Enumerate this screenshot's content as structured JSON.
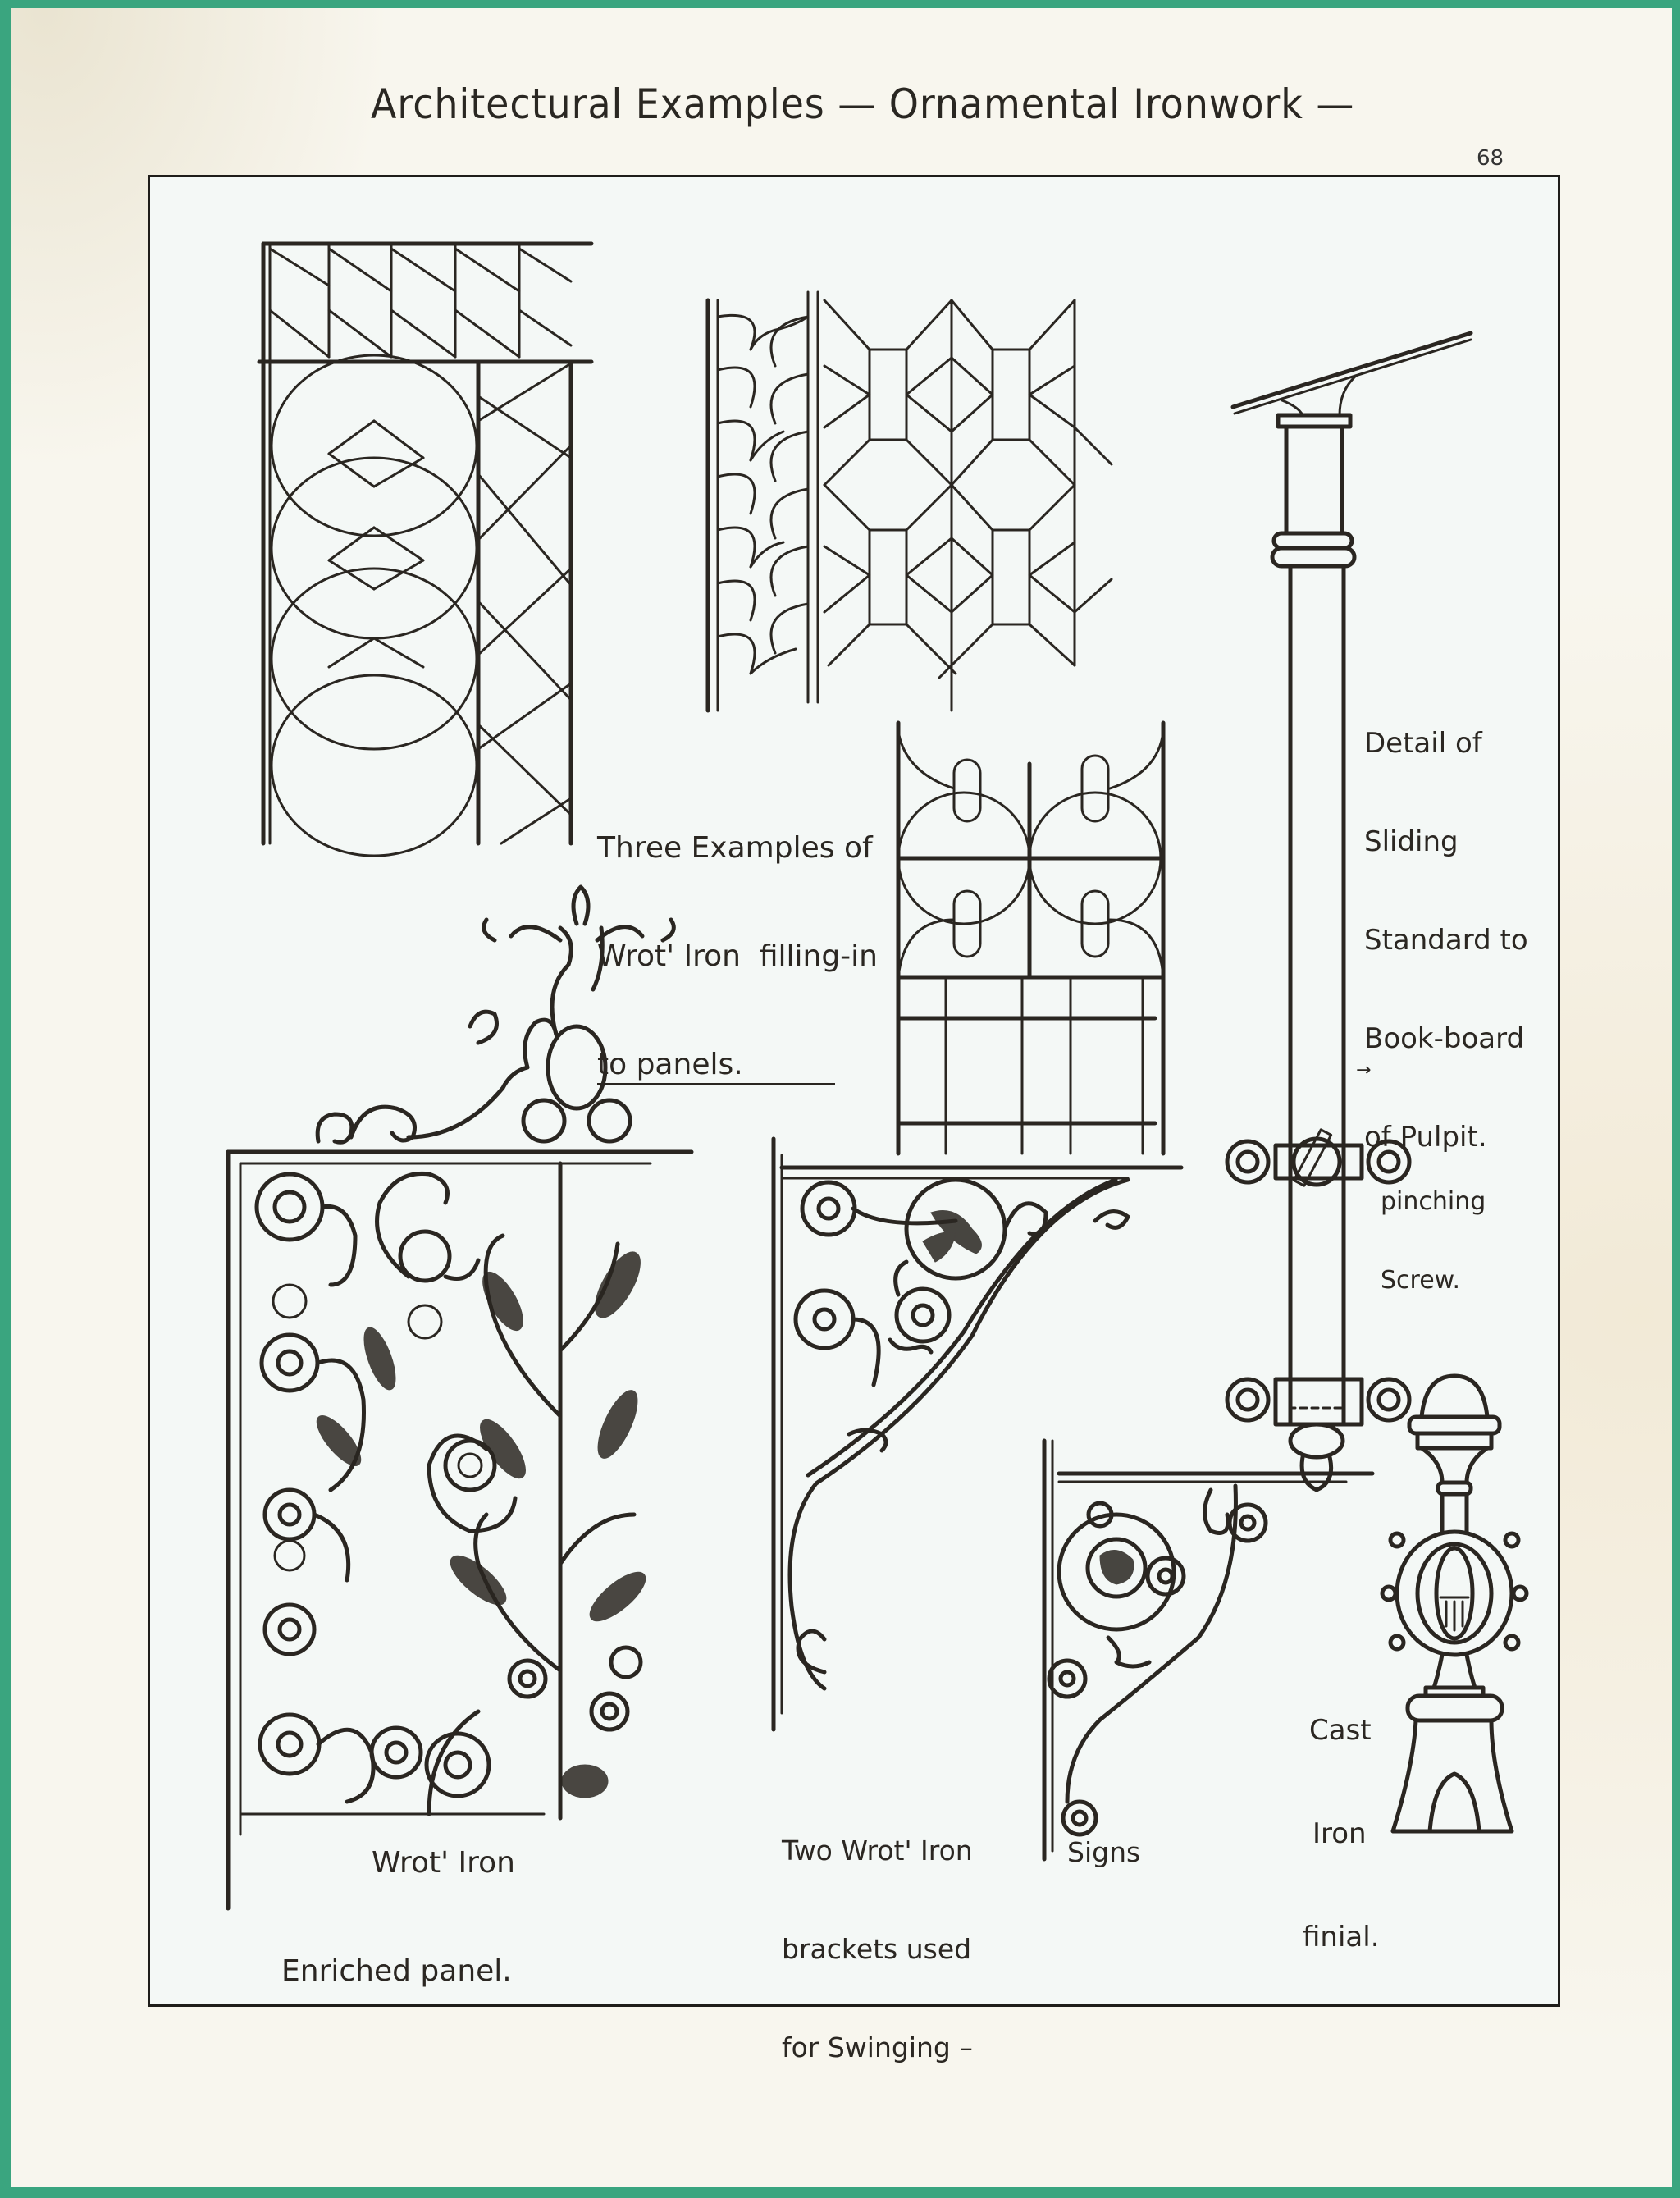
{
  "page": {
    "title": "Architectural Examples — Ornamental Ironwork —",
    "page_number": "68",
    "colors": {
      "border_green": "#3aa57f",
      "paper": "#f8f6ee",
      "plate": "#f4f8f6",
      "ink": "#2a2621"
    }
  },
  "plate": {
    "drawings": [
      {
        "id": "panel-circles-lattice",
        "caption_ref": "three_examples"
      },
      {
        "id": "panel-scales-octagons",
        "caption_ref": "three_examples"
      },
      {
        "id": "panel-quatrefoil-grid",
        "caption_ref": "three_examples"
      },
      {
        "id": "sliding-standard",
        "caption_ref": "sliding_standard"
      },
      {
        "id": "enriched-panel",
        "caption_ref": "enriched_panel"
      },
      {
        "id": "bracket-large",
        "caption_ref": "brackets"
      },
      {
        "id": "bracket-small",
        "caption_ref": "brackets"
      },
      {
        "id": "cast-iron-finial",
        "caption_ref": "finial"
      }
    ],
    "captions": {
      "three_examples": {
        "line1": "Three Examples of",
        "line2": "Wrot' Iron  filling-in",
        "line3": "to panels."
      },
      "sliding_standard": {
        "line1": "Detail of",
        "line2": "Sliding",
        "line3": "Standard to",
        "line4": "Book-board",
        "line5": "of Pulpit."
      },
      "pinching_screw": {
        "arrow": "→",
        "line1": "pinching",
        "line2": "Screw."
      },
      "enriched_panel": {
        "line1": "Wrot' Iron",
        "line2": "Enriched panel."
      },
      "brackets": {
        "line1": "Two Wrot' Iron",
        "line2": "brackets used",
        "line3": "for Swinging –",
        "line4": "Signs"
      },
      "finial": {
        "line1": "Cast",
        "line2": "Iron",
        "line3": "finial."
      }
    }
  }
}
